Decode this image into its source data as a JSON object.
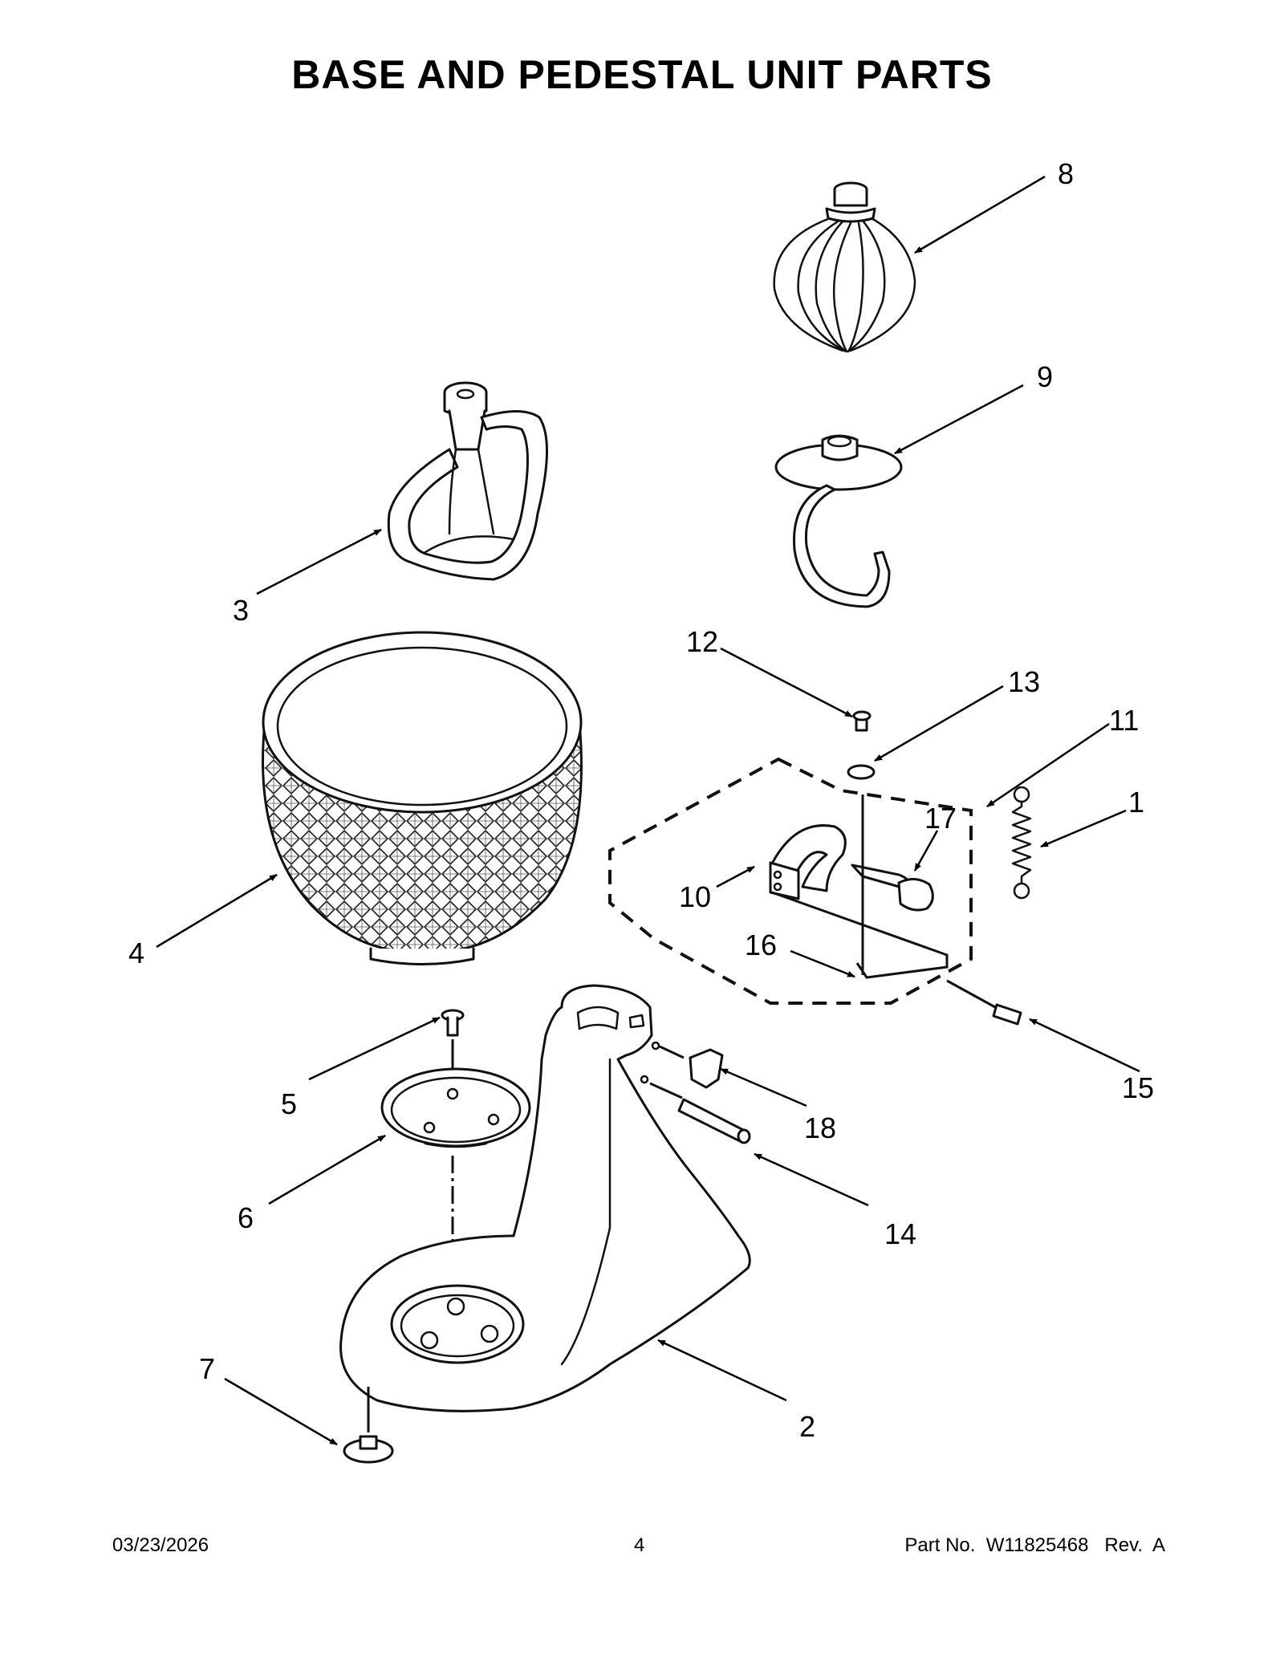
{
  "title": "BASE AND PEDESTAL UNIT PARTS",
  "callouts": [
    "1",
    "2",
    "3",
    "4",
    "5",
    "6",
    "7",
    "8",
    "9",
    "10",
    "11",
    "12",
    "13",
    "14",
    "15",
    "16",
    "17",
    "18"
  ],
  "footer": {
    "date": "03/23/2026",
    "page": "4",
    "part": "Part No.  W11825468   Rev.  A"
  }
}
